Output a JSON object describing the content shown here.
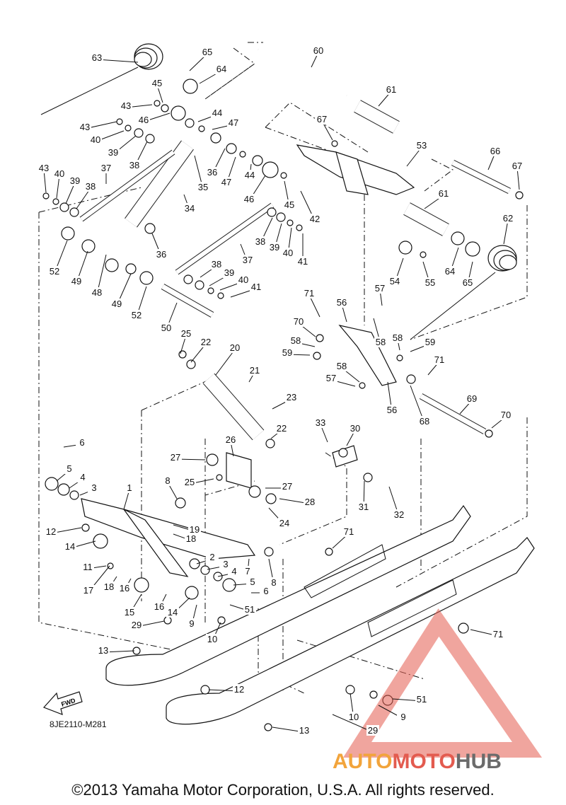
{
  "diagram_code": "8JE2110-M281",
  "copyright": "©2013 Yamaha Motor Corporation, U.S.A. All rights reserved.",
  "watermark": {
    "part1": "AUTO",
    "part2": "MOTO",
    "part3": "HUB",
    "colors": [
      "#f2a43b",
      "#e35b4f",
      "#6b6b6b"
    ]
  },
  "fwd_label": "FWD",
  "callouts": [
    "1",
    "2",
    "3",
    "4",
    "5",
    "6",
    "7",
    "8",
    "9",
    "10",
    "11",
    "12",
    "13",
    "14",
    "15",
    "16",
    "17",
    "18",
    "19",
    "20",
    "21",
    "22",
    "23",
    "24",
    "25",
    "26",
    "27",
    "28",
    "29",
    "30",
    "31",
    "32",
    "33",
    "34",
    "35",
    "36",
    "37",
    "38",
    "39",
    "40",
    "41",
    "42",
    "43",
    "44",
    "45",
    "46",
    "47",
    "48",
    "49",
    "50",
    "51",
    "52",
    "53",
    "54",
    "55",
    "56",
    "57",
    "58",
    "59",
    "60",
    "61",
    "62",
    "63",
    "64",
    "65",
    "66",
    "67",
    "68",
    "69",
    "70",
    "71"
  ]
}
